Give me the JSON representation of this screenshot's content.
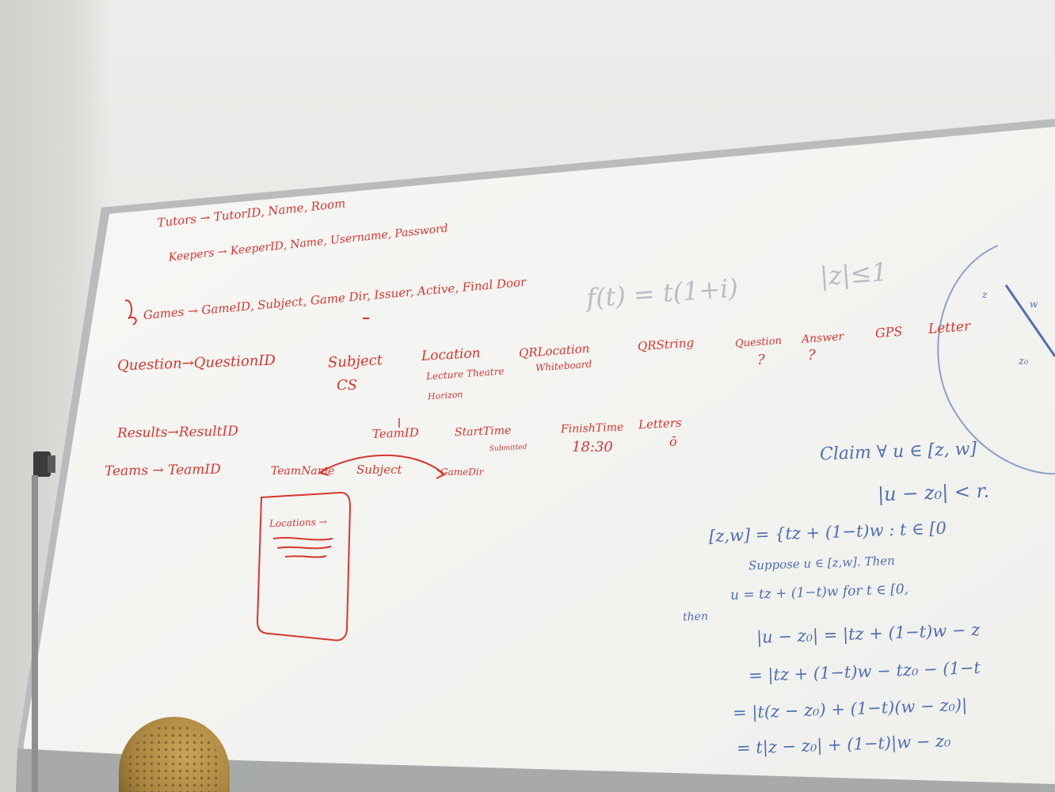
{
  "photo": {
    "subject": "whiteboard",
    "ink_colors": {
      "red": "#d6372e",
      "blue": "#4f6fb0",
      "faint": "#b9bcc6"
    }
  },
  "schema": {
    "tutors": "Tutors → TutorID, Name, Room",
    "keepers": "Keepers → KeeperID, Name, Username, Password",
    "games": "Games → GameID, Subject, Game Dir, Issuer, Active, Final Door",
    "question_label": "Question→QuestionID",
    "question_cols": [
      "Subject",
      "Location",
      "QRLocation",
      "QRString",
      "Question",
      "Answer",
      "GPS",
      "Letter"
    ],
    "question_subject_example": "CS",
    "question_location_example_1": "Lecture Theatre",
    "question_location_example_2": "Horizon",
    "qrlocation_example": "Whiteboard",
    "question_q_mark": "?",
    "answer_q_mark": "?",
    "results_label": "Results→ResultID",
    "results_cols": [
      "TeamID",
      "StartTime",
      "FinishTime",
      "Letters"
    ],
    "submitted": "Submitted",
    "finish_time_example": "18:30",
    "letters_example": "ō",
    "teams": "Teams → TeamID",
    "teams_cols": [
      "TeamName",
      "Subject",
      "GameDir"
    ],
    "locations_box": "Locations →"
  },
  "math": {
    "faint_formula": "f(t) = t(1+i)",
    "faint_formula_2": "|z|≤1",
    "circle_label_z": "z",
    "circle_label_z0": "z₀",
    "circle_label_w": "w",
    "claim": "Claim ∀ u ∈ [z, w]",
    "claim_2": "|u − z₀| < r.",
    "segment_def": "[z,w] = {tz + (1−t)w : t ∈ [0",
    "suppose": "Suppose u ∈ [z,w]. Then",
    "u_eq": "u = tz + (1−t)w   for t ∈ [0,",
    "then": "then",
    "line1": "|u − z₀| = |tz + (1−t)w − z",
    "line2": "= |tz + (1−t)w − tz₀ − (1−t",
    "line3": "= |t(z − z₀) + (1−t)(w − z₀)|",
    "line4": "= t|z − z₀| + (1−t)|w − z₀"
  }
}
